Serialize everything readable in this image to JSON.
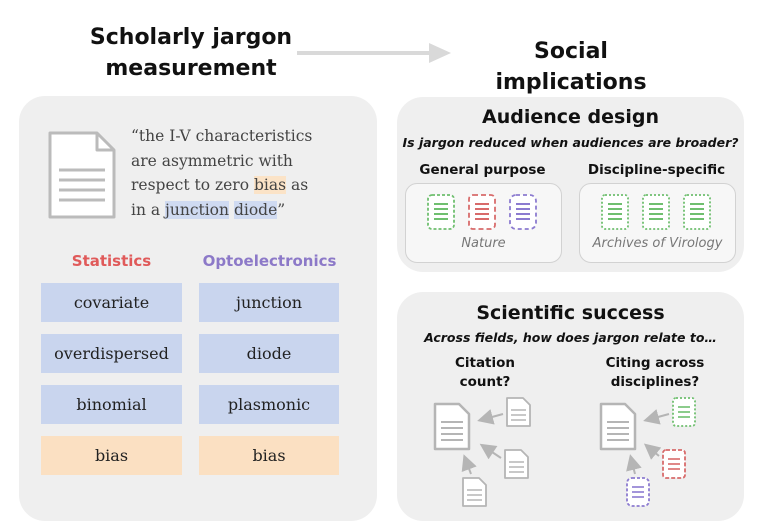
{
  "left_heading": "Scholarly jargon measurement",
  "right_heading": "Social implications",
  "quote": {
    "line1": "“the I-V characteristics",
    "line2": "are asymmetric with",
    "line3_pre": "respect to zero ",
    "line3_hl": "bias",
    "line3_post": " as",
    "line4_pre": "in a ",
    "line4_hl1": "junction",
    "line4_mid": " ",
    "line4_hl2": "diode",
    "line4_post": "”"
  },
  "columns": {
    "statistics": {
      "title": "Statistics",
      "terms": [
        "covariate",
        "overdispersed",
        "binomial",
        "bias"
      ]
    },
    "optoelectronics": {
      "title": "Optoelectronics",
      "terms": [
        "junction",
        "diode",
        "plasmonic",
        "bias"
      ]
    }
  },
  "audience": {
    "title": "Audience design",
    "subtitle": "Is jargon reduced when audiences are broader?",
    "general_title": "General purpose",
    "general_venue": "Nature",
    "specific_title": "Discipline-specific",
    "specific_venue": "Archives of Virology"
  },
  "success": {
    "title": "Scientific success",
    "subtitle": "Across fields, how does jargon relate to…",
    "citation_line1": "Citation",
    "citation_line2": "count?",
    "across_line1": "Citing across",
    "across_line2": "disciplines?"
  },
  "colors": {
    "statistics": "#e05a5a",
    "optoelectronics": "#8c79c8",
    "green_doc": "#6fbf6f",
    "red_doc": "#d86b6b",
    "purple_doc": "#8c7bd0",
    "grey_doc": "#b5b5b5"
  }
}
